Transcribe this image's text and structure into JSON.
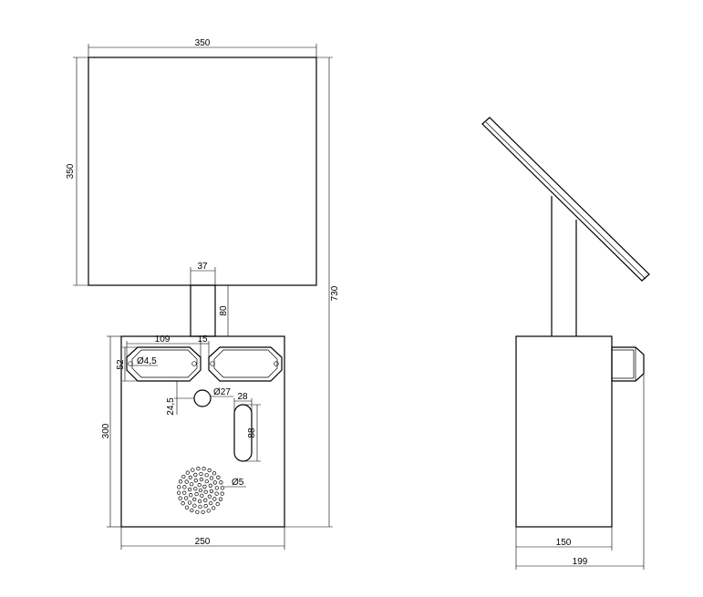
{
  "front_view": {
    "panel_width_label": "350",
    "panel_height_label": "350",
    "pole_width_label": "37",
    "pole_height_label": "80",
    "total_height_label": "730",
    "base_height_label": "300",
    "base_width_label": "250",
    "bracket_width_label": "109",
    "bracket_gap_label": "15",
    "bracket_height_label": "52",
    "mount_hole_label": "Ø4,5",
    "center_hole_label": "Ø27",
    "center_hole_offset_label": "24,5",
    "slot_width_label": "28",
    "slot_height_label": "88",
    "speaker_hole_label": "Ø5"
  },
  "side_view": {
    "base_depth_label": "150",
    "total_depth_label": "199"
  }
}
